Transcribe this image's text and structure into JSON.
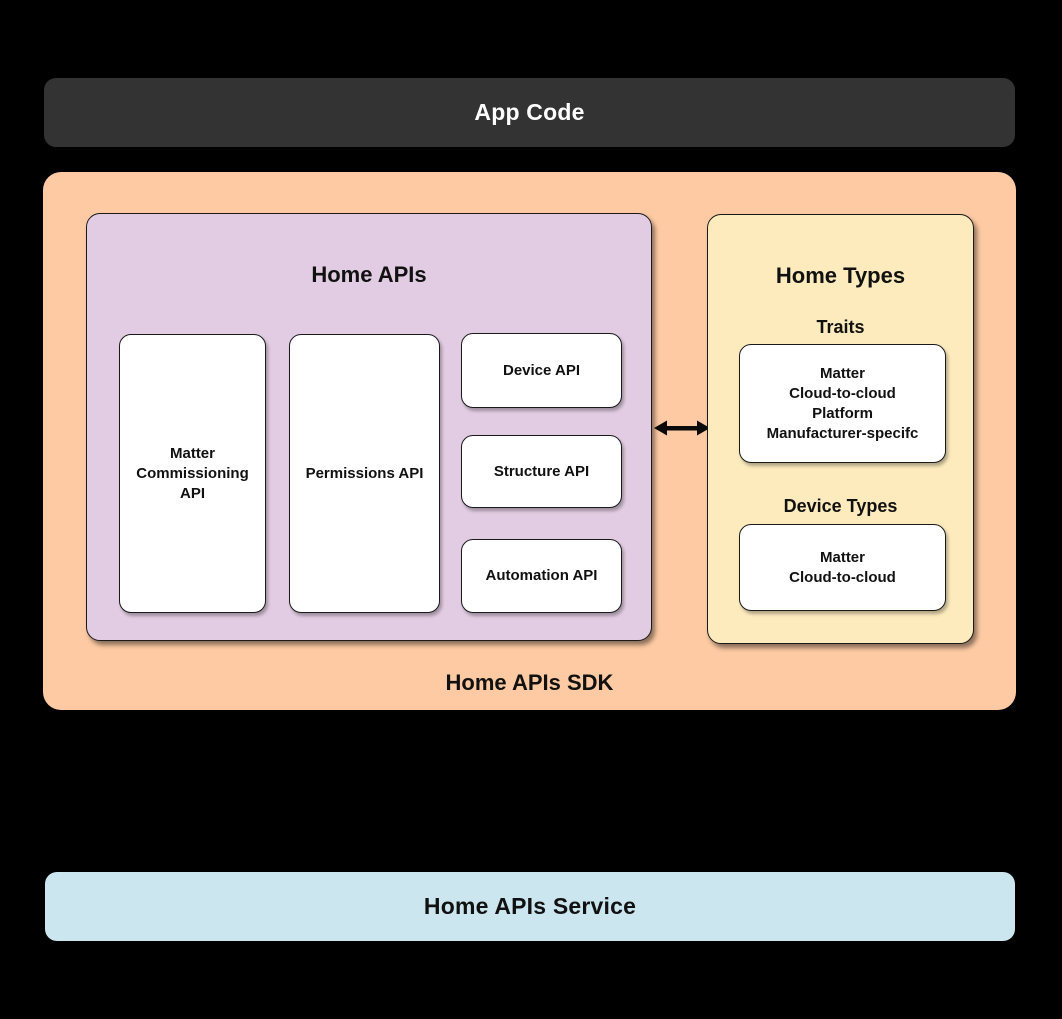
{
  "colors": {
    "background": "#000000",
    "app_code_bg": "#333333",
    "sdk_bg": "#FDCAA3",
    "home_apis_bg": "#E2CCE3",
    "home_types_bg": "#FDEBBD",
    "card_bg": "#FFFFFF",
    "service_bg": "#CBE6EF",
    "border": "#1A1A1A",
    "text_dark": "#111111",
    "text_light": "#FFFFFF"
  },
  "app_code": {
    "label": "App Code"
  },
  "sdk": {
    "label": "Home APIs SDK",
    "home_apis": {
      "title": "Home APIs",
      "cards": {
        "matter_commissioning": "Matter\nCommissioning\nAPI",
        "permissions": "Permissions API",
        "device": "Device API",
        "structure": "Structure API",
        "automation": "Automation API"
      }
    },
    "home_types": {
      "title": "Home Types",
      "traits": {
        "label": "Traits",
        "items": "Matter\nCloud-to-cloud\nPlatform\nManufacturer-specifc"
      },
      "device_types": {
        "label": "Device Types",
        "items": "Matter\nCloud-to-cloud"
      }
    }
  },
  "service": {
    "label": "Home APIs Service"
  }
}
